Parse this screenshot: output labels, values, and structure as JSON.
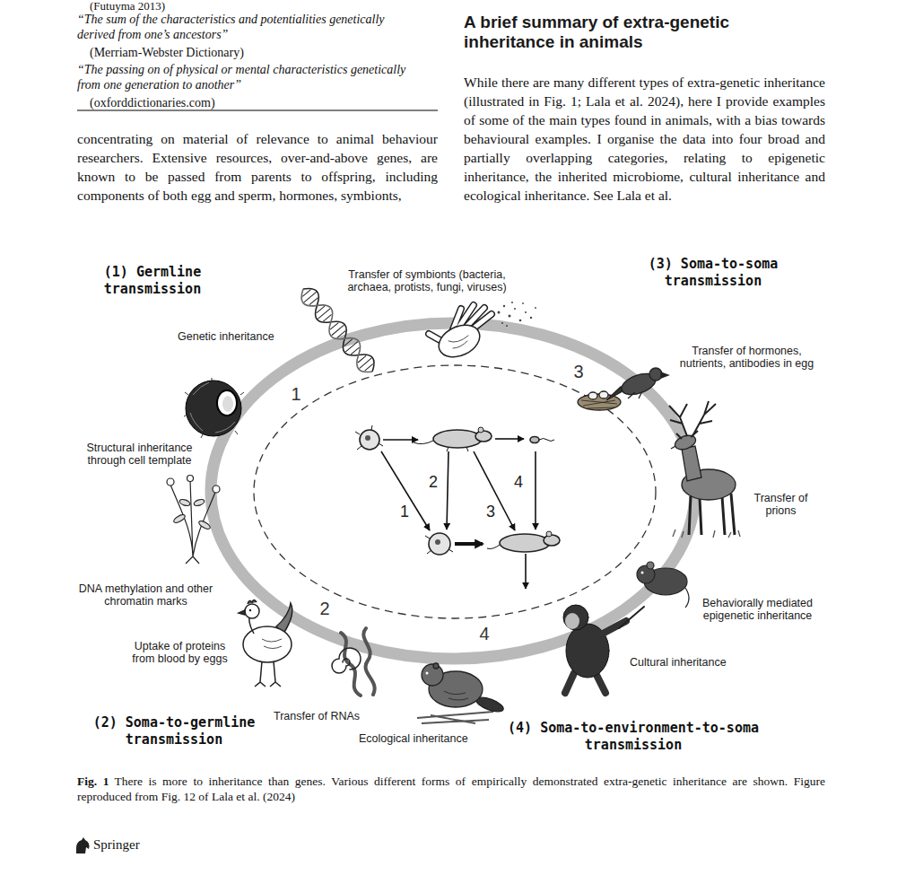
{
  "diagram": {
    "title": "A brief summary of extra-genetic inheritance in animals",
    "caption": "There is more to inheritance than genes. Various different forms of empirically demonstrated extra-genetic inheritance are shown. Figure reproduced from Fig. 12 of Lala et al. (2024)",
    "labels": [
      "(Futuyma 2013)",
      "“The sum of the characteristics and potentialities genetically derived from one’s ancestors”",
      "(Merriam-Webster Dictionary)",
      "“The passing on of physical or mental characteristics genetically from one generation to another”",
      "(oxforddictionaries.com)",
      "concentrating on material of relevance to animal behaviour researchers. Extensive resources, over-and-above genes, are known to be passed from parents to offspring, including components of both egg and sperm, hormones, symbionts,",
      "While there are many different types of extra-genetic inheritance (illustrated in Fig. 1; Lala et al. 2024), here I provide examples of some of the main types found in animals, with a bias towards behavioural examples. I organise the data into four broad and partially overlapping categories, relating to epigenetic inheritance, the inherited microbiome, cultural inheritance and ecological inheritance. See Lala et al.",
      "(1) Germline transmission",
      "Transfer of symbionts (bacteria, archaea, protists, fungi, viruses)",
      "(3) Soma-to-soma transmission",
      "Genetic inheritance",
      "Transfer of hormones, nutrients, antibodies in egg",
      "1",
      "3",
      "2",
      "4",
      "1",
      "3",
      "Structural inheritance through cell template",
      "Transfer of prions",
      "DNA methylation and other chromatin marks",
      "Behaviorally mediated epigenetic inheritance",
      "2",
      "4",
      "Uptake of proteins from blood by eggs",
      "Cultural inheritance",
      "(2) Soma-to-germline transmission",
      "Transfer of RNAs",
      "Ecological inheritance",
      "(4) Soma-to-environment-to-soma transmission",
      "Fig. 1",
      "Springer"
    ]
  }
}
